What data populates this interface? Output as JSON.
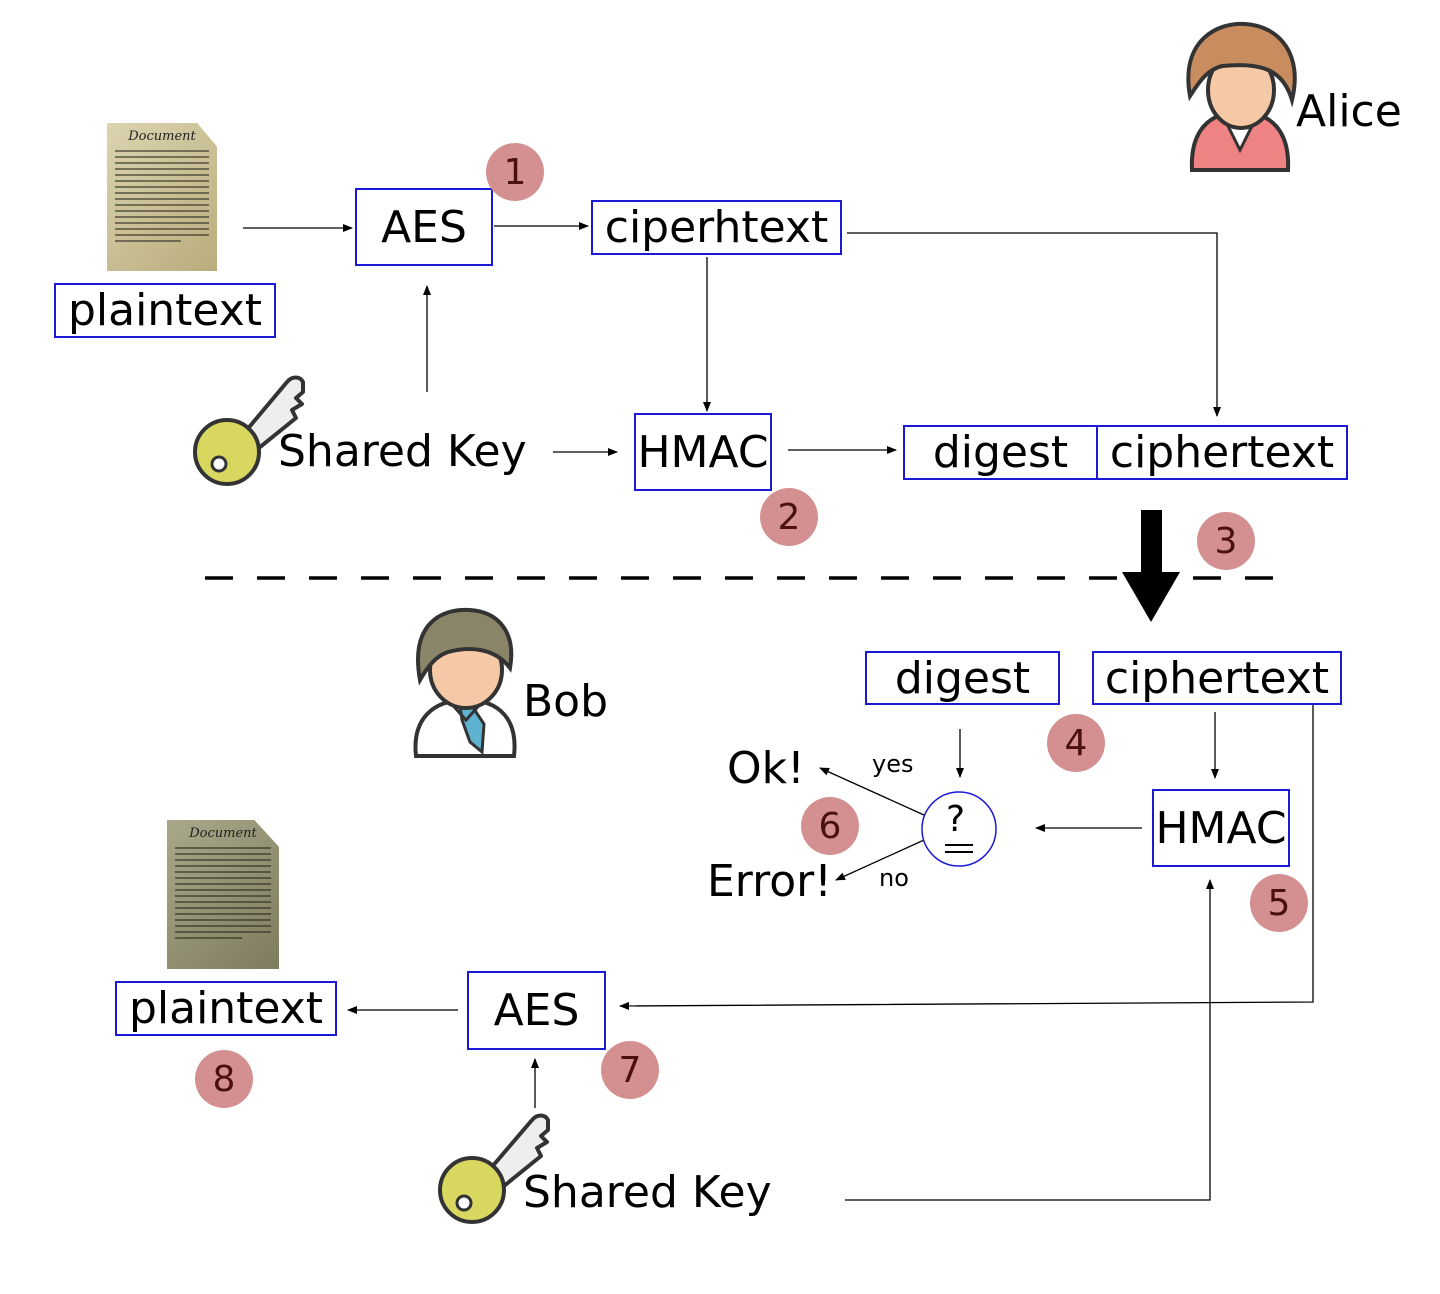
{
  "alice": {
    "name": "Alice"
  },
  "bob": {
    "name": "Bob"
  },
  "documents": {
    "title": "Document"
  },
  "alice_side": {
    "plaintext": "plaintext",
    "aes": "AES",
    "ciphertext": "ciperhtext",
    "shared_key": "Shared Key",
    "hmac": "HMAC",
    "digest": "digest",
    "ciphertext_packed": "ciphertext"
  },
  "bob_side": {
    "digest": "digest",
    "ciphertext": "ciphertext",
    "hmac": "HMAC",
    "compare": "?",
    "yes": "yes",
    "no": "no",
    "ok": "Ok!",
    "error": "Error!",
    "aes": "AES",
    "plaintext": "plaintext",
    "shared_key": "Shared Key"
  },
  "steps": [
    "1",
    "2",
    "3",
    "4",
    "5",
    "6",
    "7",
    "8"
  ],
  "colors": {
    "box_border": "#1a1ad6",
    "badge_fill": "#d49090",
    "badge_text": "#4a0f0f",
    "key_head": "#d8d860",
    "alice_hair": "#c98c5e",
    "alice_shirt": "#ef8282",
    "bob_hair": "#8a8568",
    "bob_tie": "#5fb2cf",
    "skin": "#f6c9a6"
  }
}
